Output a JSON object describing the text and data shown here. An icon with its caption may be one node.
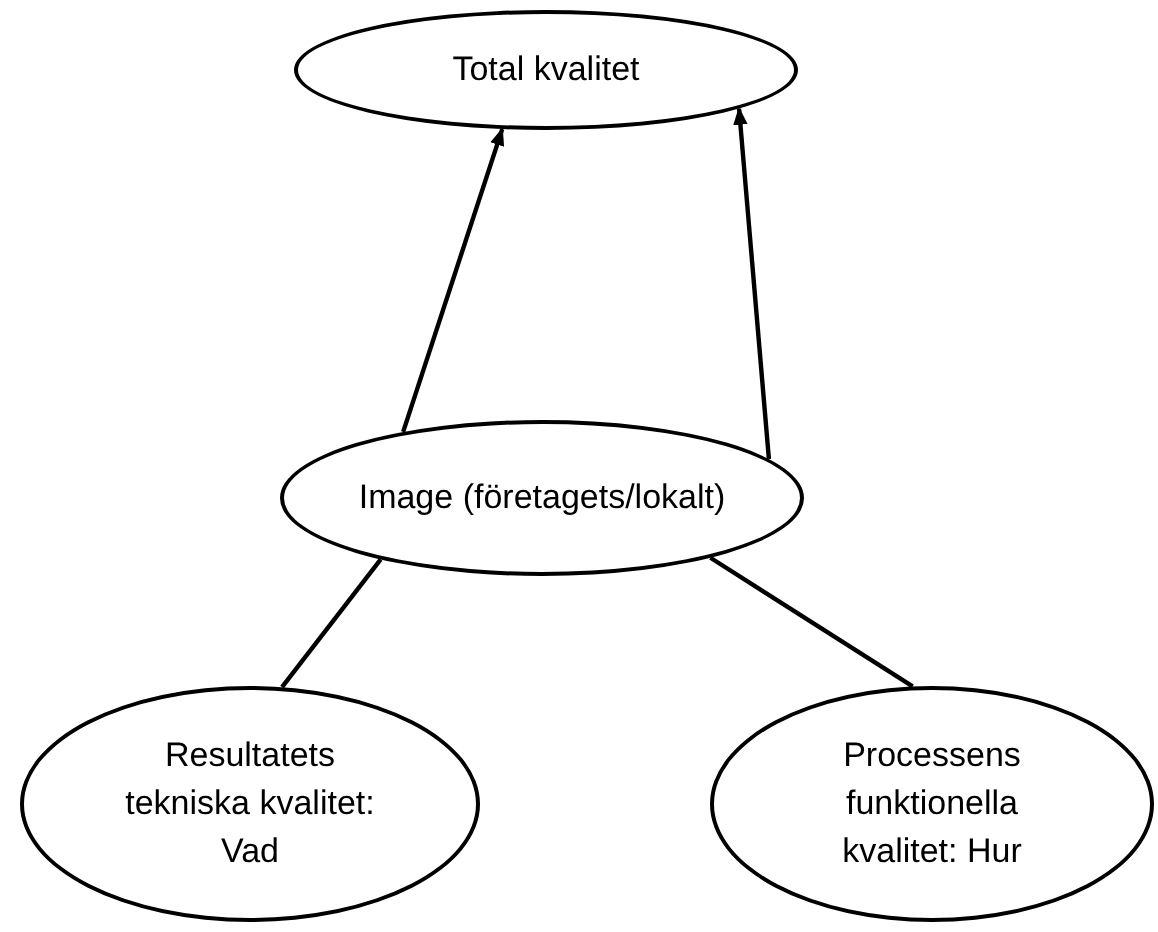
{
  "diagram": {
    "nodes": [
      {
        "text": [
          "Total kvalitet"
        ]
      },
      {
        "text": [
          "Image (företagets/lokalt)"
        ]
      },
      {
        "text": [
          "Resultatets tekniska kvalitet: Vad"
        ]
      },
      {
        "text": [
          "Processens funktionella kvalitet: Hur"
        ]
      }
    ],
    "edges": [
      {
        "from": 2,
        "to": 1,
        "arrow": "none"
      },
      {
        "from": 1,
        "to": 0,
        "arrow": "to"
      },
      {
        "from": 3,
        "to": 1,
        "arrow": "none"
      },
      {
        "from": 1,
        "to": 0,
        "arrow": "to"
      }
    ]
  }
}
